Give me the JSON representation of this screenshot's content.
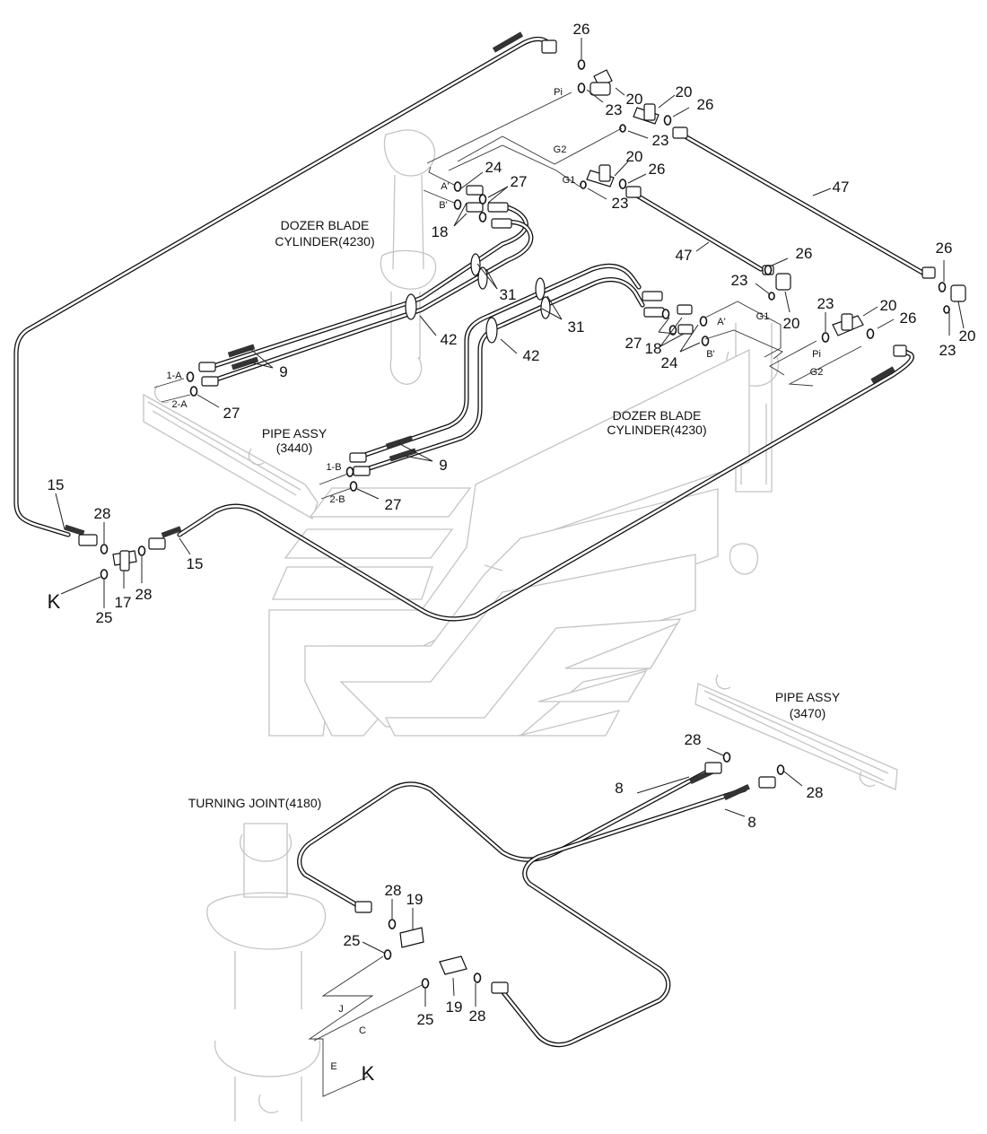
{
  "components": {
    "dozer_cylinder_left": [
      "DOZER BLADE",
      "CYLINDER(4230)"
    ],
    "dozer_cylinder_right": [
      "DOZER BLADE",
      "CYLINDER(4230)"
    ],
    "pipe_assy_3440": [
      "PIPE ASSY",
      "(3440)"
    ],
    "pipe_assy_3470": [
      "PIPE ASSY",
      "(3470)"
    ],
    "turning_joint": "TURNING JOINT(4180)"
  },
  "callouts": [
    {
      "id": "c26-top",
      "text": "26"
    },
    {
      "id": "c20-a",
      "text": "20"
    },
    {
      "id": "c23-a",
      "text": "23"
    },
    {
      "id": "c20-b",
      "text": "20"
    },
    {
      "id": "c26-b",
      "text": "26"
    },
    {
      "id": "c23-b",
      "text": "23"
    },
    {
      "id": "c24-a",
      "text": "24"
    },
    {
      "id": "c20-c",
      "text": "20"
    },
    {
      "id": "c26-c",
      "text": "26"
    },
    {
      "id": "c27-a",
      "text": "27"
    },
    {
      "id": "c23-c",
      "text": "23"
    },
    {
      "id": "c47-a",
      "text": "47"
    },
    {
      "id": "c18-a",
      "text": "18"
    },
    {
      "id": "c47-b",
      "text": "47"
    },
    {
      "id": "c26-d",
      "text": "26"
    },
    {
      "id": "c26-e",
      "text": "26"
    },
    {
      "id": "c23-d",
      "text": "23"
    },
    {
      "id": "c31-a",
      "text": "31"
    },
    {
      "id": "c20-d",
      "text": "20"
    },
    {
      "id": "c23-e",
      "text": "23"
    },
    {
      "id": "c20-e",
      "text": "20"
    },
    {
      "id": "c26-f",
      "text": "26"
    },
    {
      "id": "c31-b",
      "text": "31"
    },
    {
      "id": "c42-a",
      "text": "42"
    },
    {
      "id": "c27-b",
      "text": "27"
    },
    {
      "id": "c18-b",
      "text": "18"
    },
    {
      "id": "c24-b",
      "text": "24"
    },
    {
      "id": "c42-b",
      "text": "42"
    },
    {
      "id": "c23-f",
      "text": "23"
    },
    {
      "id": "c20-f",
      "text": "20"
    },
    {
      "id": "c9-a",
      "text": "9"
    },
    {
      "id": "c27-c",
      "text": "27"
    },
    {
      "id": "c9-b",
      "text": "9"
    },
    {
      "id": "c27-d",
      "text": "27"
    },
    {
      "id": "c15-a",
      "text": "15"
    },
    {
      "id": "c28-a",
      "text": "28"
    },
    {
      "id": "c15-b",
      "text": "15"
    },
    {
      "id": "c17",
      "text": "17"
    },
    {
      "id": "c28-b",
      "text": "28"
    },
    {
      "id": "c25-a",
      "text": "25"
    },
    {
      "id": "c28-c",
      "text": "28"
    },
    {
      "id": "c8-a",
      "text": "8"
    },
    {
      "id": "c28-d",
      "text": "28"
    },
    {
      "id": "c8-b",
      "text": "8"
    },
    {
      "id": "c28-e",
      "text": "28"
    },
    {
      "id": "c19-a",
      "text": "19"
    },
    {
      "id": "c25-b",
      "text": "25"
    },
    {
      "id": "c25-c",
      "text": "25"
    },
    {
      "id": "c19-b",
      "text": "19"
    },
    {
      "id": "c28-f",
      "text": "28"
    }
  ],
  "connection_markers": {
    "k_left": "K",
    "k_bottom": "K"
  },
  "port_labels": [
    {
      "id": "pi-top",
      "text": "Pi"
    },
    {
      "id": "g2-top",
      "text": "G2"
    },
    {
      "id": "g1-top",
      "text": "G1"
    },
    {
      "id": "a-prime-left",
      "text": "A'"
    },
    {
      "id": "b-prime-left",
      "text": "B'"
    },
    {
      "id": "a-prime-right",
      "text": "A'"
    },
    {
      "id": "b-prime-right",
      "text": "B'"
    },
    {
      "id": "g1-right",
      "text": "G1"
    },
    {
      "id": "pi-right",
      "text": "Pi"
    },
    {
      "id": "g2-right",
      "text": "G2"
    },
    {
      "id": "p1a",
      "text": "1-A"
    },
    {
      "id": "p2a",
      "text": "2-A"
    },
    {
      "id": "p1b",
      "text": "1-B"
    },
    {
      "id": "p2b",
      "text": "2-B"
    },
    {
      "id": "port-j",
      "text": "J"
    },
    {
      "id": "port-c",
      "text": "C"
    },
    {
      "id": "port-e",
      "text": "E"
    }
  ]
}
